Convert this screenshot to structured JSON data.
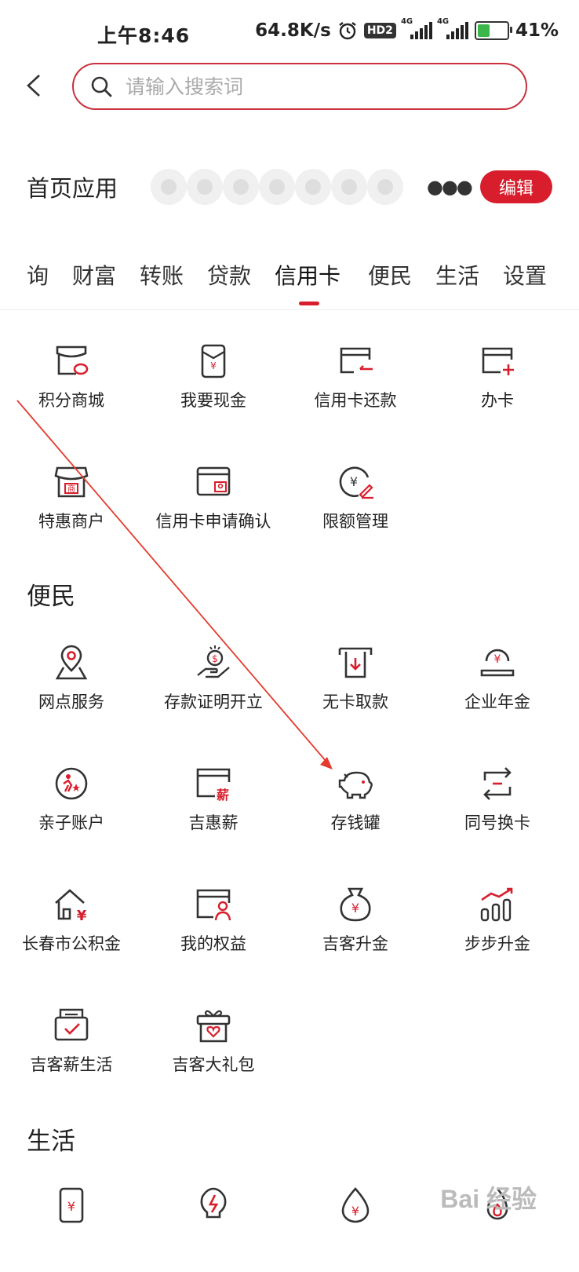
{
  "status_bar": {
    "time": "上午8:46",
    "speed": "64.8K/s",
    "hd": "HD2",
    "net1": "4G",
    "net2": "4G",
    "battery": "41%",
    "battery_level": 0.41
  },
  "search": {
    "placeholder": "请输入搜索词"
  },
  "home_apps": {
    "title": "首页应用",
    "edit_label": "编辑"
  },
  "tabs": [
    {
      "label": "询"
    },
    {
      "label": "财富"
    },
    {
      "label": "转账"
    },
    {
      "label": "贷款"
    },
    {
      "label": "信用卡",
      "active": true
    },
    {
      "label": "便民"
    },
    {
      "label": "生活"
    },
    {
      "label": "设置"
    }
  ],
  "credit_card": {
    "items": [
      {
        "label": "积分商城",
        "icon": "points-mall-icon"
      },
      {
        "label": "我要现金",
        "icon": "cash-envelope-icon"
      },
      {
        "label": "信用卡还款",
        "icon": "card-repay-icon"
      },
      {
        "label": "办卡",
        "icon": "card-add-icon"
      },
      {
        "label": "特惠商户",
        "icon": "merchant-store-icon"
      },
      {
        "label": "信用卡申请确认",
        "icon": "card-confirm-icon"
      },
      {
        "label": "限额管理",
        "icon": "limit-manage-icon"
      }
    ]
  },
  "convenience": {
    "title": "便民",
    "items": [
      {
        "label": "网点服务",
        "icon": "location-pin-icon"
      },
      {
        "label": "存款证明开立",
        "icon": "deposit-proof-icon"
      },
      {
        "label": "无卡取款",
        "icon": "atm-withdraw-icon"
      },
      {
        "label": "企业年金",
        "icon": "pension-coin-icon"
      },
      {
        "label": "亲子账户",
        "icon": "family-account-icon"
      },
      {
        "label": "吉惠薪",
        "icon": "salary-card-icon"
      },
      {
        "label": "存钱罐",
        "icon": "piggy-bank-icon"
      },
      {
        "label": "同号换卡",
        "icon": "card-swap-icon"
      },
      {
        "label": "长春市公积金",
        "icon": "housing-fund-icon"
      },
      {
        "label": "我的权益",
        "icon": "my-benefits-icon"
      },
      {
        "label": "吉客升金",
        "icon": "money-bag-icon"
      },
      {
        "label": "步步升金",
        "icon": "growth-chart-icon"
      },
      {
        "label": "吉客薪生活",
        "icon": "salary-life-icon"
      },
      {
        "label": "吉客大礼包",
        "icon": "gift-box-icon"
      }
    ]
  },
  "life": {
    "title": "生活",
    "items": [
      {
        "label": "",
        "icon": "phone-payment-icon"
      },
      {
        "label": "",
        "icon": "electricity-bulb-icon"
      },
      {
        "label": "",
        "icon": "water-drop-icon"
      },
      {
        "label": "",
        "icon": "gas-flame-icon"
      }
    ]
  },
  "watermark": "Bai 经验",
  "colors": {
    "accent": "#d81e2c",
    "text": "#222222",
    "icon_stroke": "#333333"
  }
}
